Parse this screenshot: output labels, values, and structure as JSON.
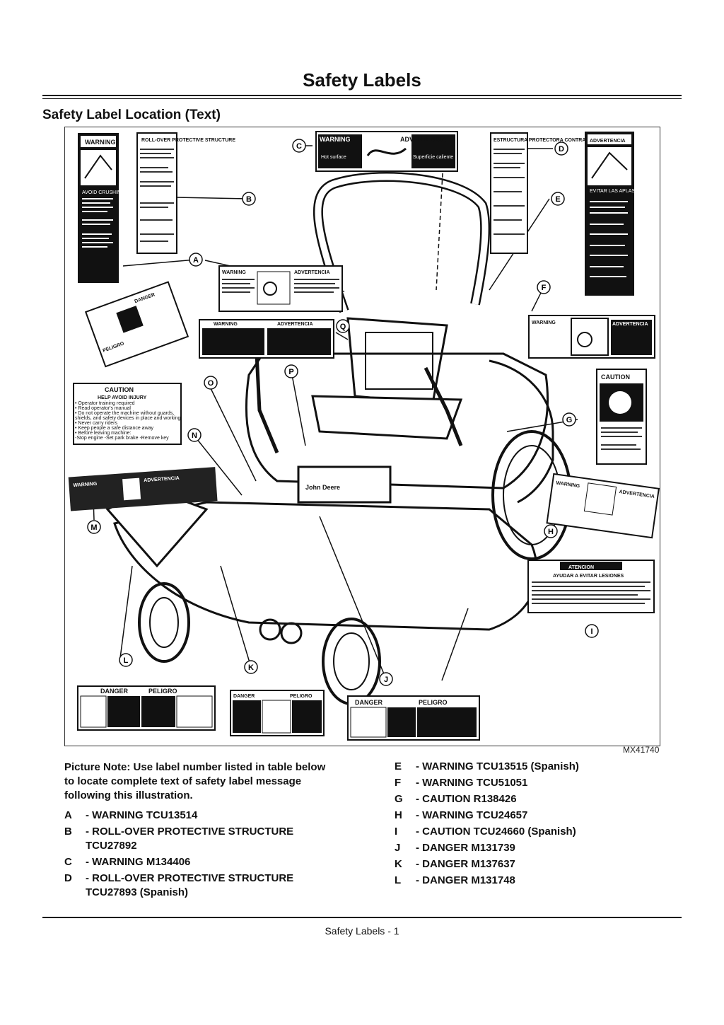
{
  "page": {
    "title": "Safety Labels",
    "section_title": "Safety Label Location (Text)",
    "figure_id": "MX41740",
    "footer": "Safety Labels - 1"
  },
  "figure": {
    "callouts": [
      "A",
      "B",
      "C",
      "D",
      "E",
      "F",
      "G",
      "H",
      "I",
      "J",
      "K",
      "L",
      "M",
      "N",
      "O",
      "P",
      "Q"
    ],
    "label_texts": {
      "warning": "WARNING",
      "advertencia": "ADVERTENCIA",
      "danger": "DANGER",
      "peligro": "PELIGRO",
      "caution": "CAUTION",
      "atencion": "ATENCION",
      "rops": "ROLL-OVER PROTECTIVE STRUCTURE",
      "estructura": "ESTRUCTURA PROTECTORA CONTRA VUELCOS",
      "hot_surface": "Hot surface",
      "superficie": "Superficie caliente",
      "avoid_crushing": "AVOID CRUSHING",
      "evitar": "EVITAR LAS APLASTADURAS",
      "help_avoid": "HELP AVOID INJURY",
      "ayudar": "AYUDAR A EVITAR LESIONES",
      "brand": "John Deere"
    },
    "caution_list": [
      "• Operator training required",
      "• Read operator's manual",
      "• Do not operate the machine without guards,",
      "  shields, and safety devices in place and working",
      "• Never carry riders",
      "• Keep people a safe distance away",
      "• Before leaving machine:",
      "  -Stop engine  -Set park brake  -Remove key"
    ]
  },
  "note": "Picture Note: Use label number listed in table below to locate complete text of safety label message following this illustration.",
  "labels_left": [
    {
      "letter": "A",
      "text": "- WARNING TCU13514"
    },
    {
      "letter": "B",
      "text": "- ROLL-OVER PROTECTIVE STRUCTURE TCU27892"
    },
    {
      "letter": "C",
      "text": "- WARNING M134406"
    },
    {
      "letter": "D",
      "text": "- ROLL-OVER PROTECTIVE STRUCTURE TCU27893 (Spanish)"
    }
  ],
  "labels_right": [
    {
      "letter": "E",
      "text": "- WARNING TCU13515 (Spanish)"
    },
    {
      "letter": "F",
      "text": "- WARNING TCU51051"
    },
    {
      "letter": "G",
      "text": "- CAUTION R138426"
    },
    {
      "letter": "H",
      "text": "- WARNING TCU24657"
    },
    {
      "letter": "I",
      "text": " - CAUTION TCU24660 (Spanish)"
    },
    {
      "letter": "J",
      "text": "- DANGER M131739"
    },
    {
      "letter": "K",
      "text": "- DANGER M137637"
    },
    {
      "letter": "L",
      "text": "- DANGER M131748"
    }
  ]
}
